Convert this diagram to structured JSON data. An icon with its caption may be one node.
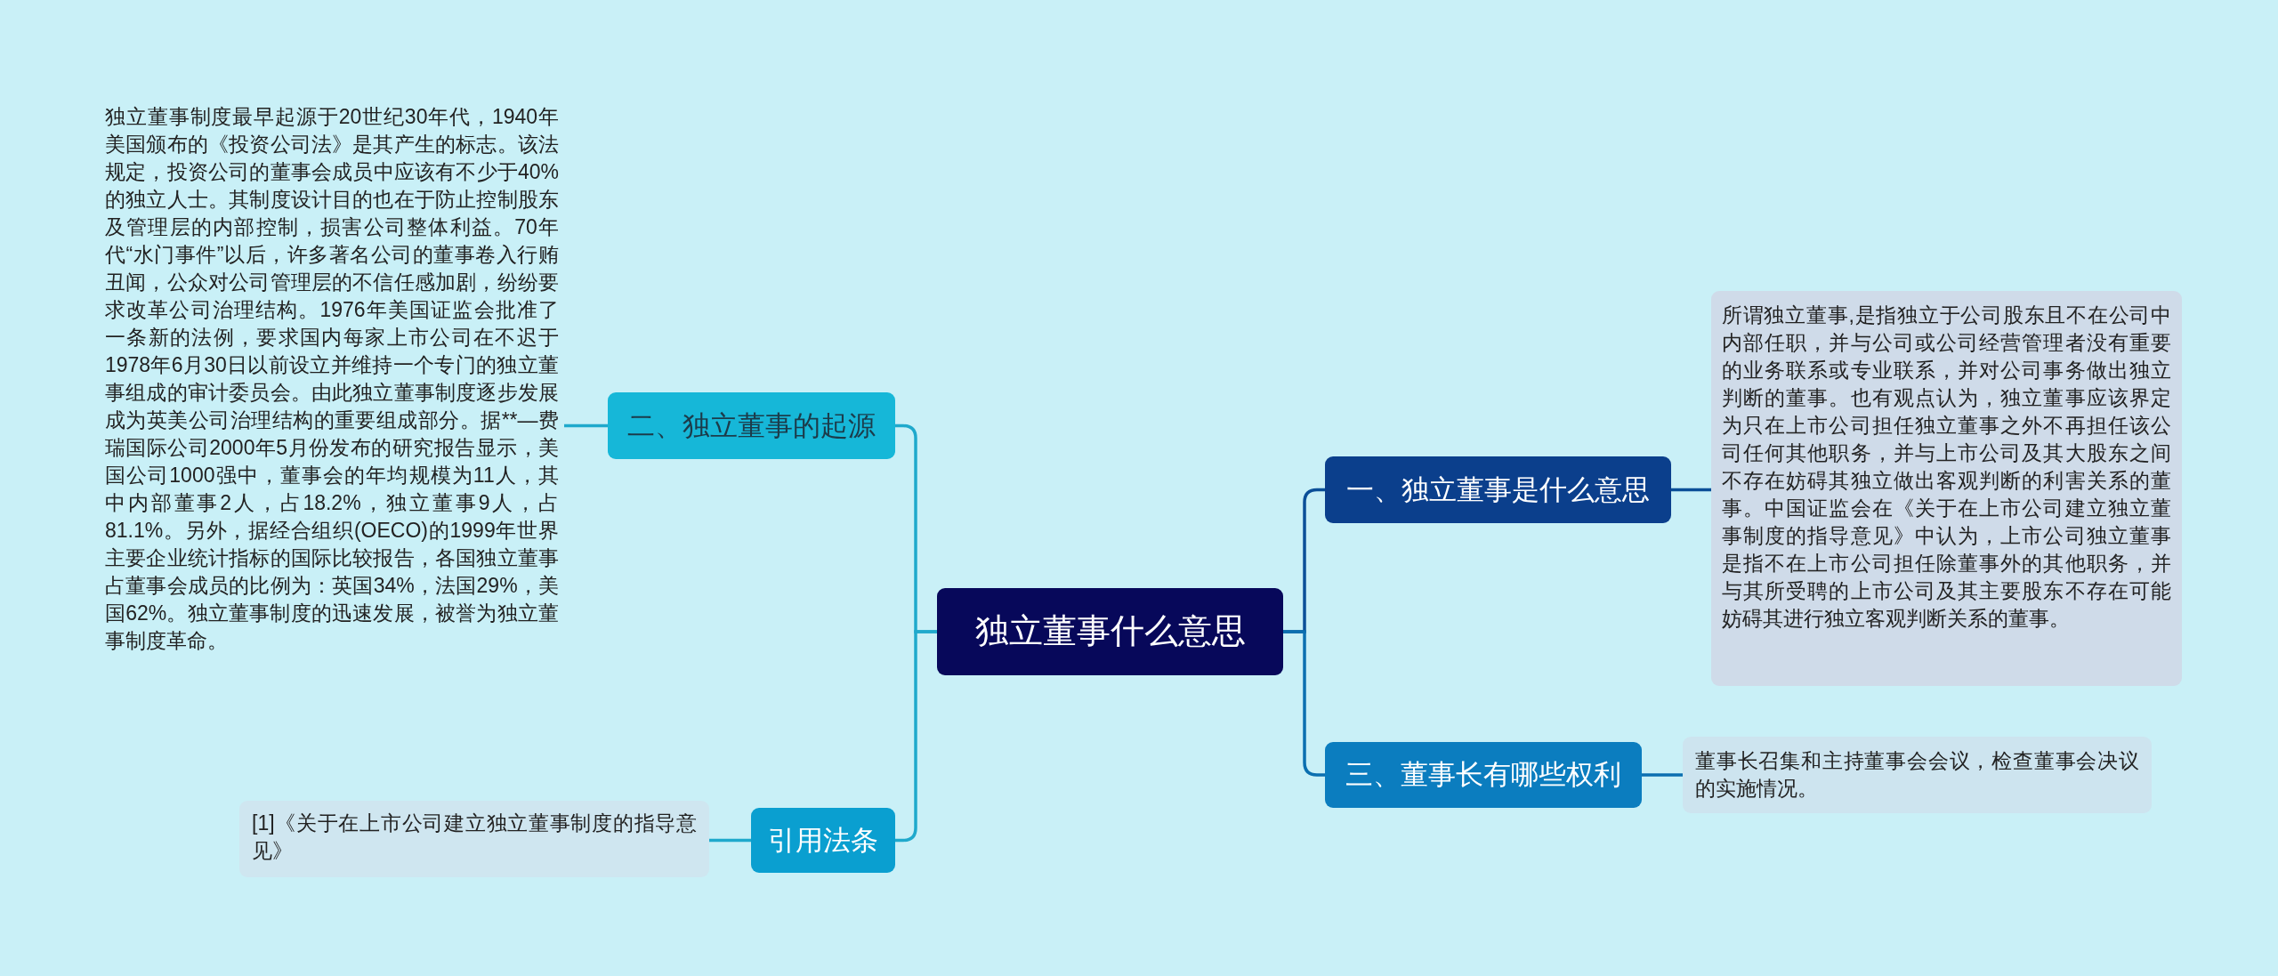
{
  "diagram": {
    "nodes": [
      {
        "text": [
          "独立董事制度最早起源于20世纪30年代，1940年美国颁布的《投资公司法》是其产生的标志。该法规定，投资公司的董事会成员中应该有不少于40%的独立人士。其制度设计目的也在于防止控制股东及管理层的内部控制，损害公司整体利益。70年代“水门事件”以后，许多著名公司的董事卷入行贿丑闻，公众对公司管理层的不信任感加剧，纷纷要求改革公司治理结构。1976年美国证监会批准了一条新的法例，要求国内每家上市公司在不迟于1978年6月30日以前设立并维持一个专门的独立董事组成的审计委员会。由此独立董事制度逐步发展成为英美公司治理结构的重要组成部分。据**—费瑞国际公司2000年5月份发布的研究报告显示，美国公司1000强中，董事会的年均规模为11人，其中内部董事2人，占18.2%，独立董事9人，占81.1%。另外，据经合组织(OECO)的1999年世界主要企业统计指标的国际比较报告，各国独立董事占董事会成员的比例为：英国34%，法国29%，美国62%。独立董事制度的迅速发展，被誉为独立董事制度革命。"
        ]
      },
      {
        "text": [
          "二、独立董事的起源"
        ]
      },
      {
        "text": [
          "[1]《关于在上市公司建立独立董事制度的指导意见》"
        ]
      },
      {
        "text": [
          "引用法条"
        ]
      },
      {
        "text": [
          "独立董事什么意思"
        ]
      },
      {
        "text": [
          "一、独立董事是什么意思"
        ]
      },
      {
        "text": [
          "所谓独立董事,是指独立于公司股东且不在公司中内部任职，并与公司或公司经营管理者没有重要的业务联系或专业联系，并对公司事务做出独立判断的董事。也有观点认为，独立董事应该界定为只在上市公司担任独立董事之外不再担任该公司任何其他职务，并与上市公司及其大股东之间不存在妨碍其独立做出客观判断的利害关系的董事。中国证监会在《关于在上市公司建立独立董事制度的指导意见》中认为，上市公司独立董事是指不在上市公司担任除董事外的其他职务，并与其所受聘的上市公司及其主要股东不存在可能妨碍其进行独立客观判断关系的董事。"
        ]
      },
      {
        "text": [
          "三、董事长有哪些权利"
        ]
      },
      {
        "text": [
          "董事长召集和主持董事会会议，检查董事会决议的实施情况。"
        ]
      }
    ],
    "edges": [
      {
        "from": 4,
        "to": 1,
        "arrow": "none"
      },
      {
        "from": 4,
        "to": 3,
        "arrow": "none"
      },
      {
        "from": 4,
        "to": 5,
        "arrow": "none"
      },
      {
        "from": 4,
        "to": 7,
        "arrow": "none"
      },
      {
        "from": 1,
        "to": 0,
        "arrow": "none"
      },
      {
        "from": 3,
        "to": 2,
        "arrow": "none"
      },
      {
        "from": 5,
        "to": 6,
        "arrow": "none"
      },
      {
        "from": 7,
        "to": 8,
        "arrow": "none"
      }
    ]
  }
}
